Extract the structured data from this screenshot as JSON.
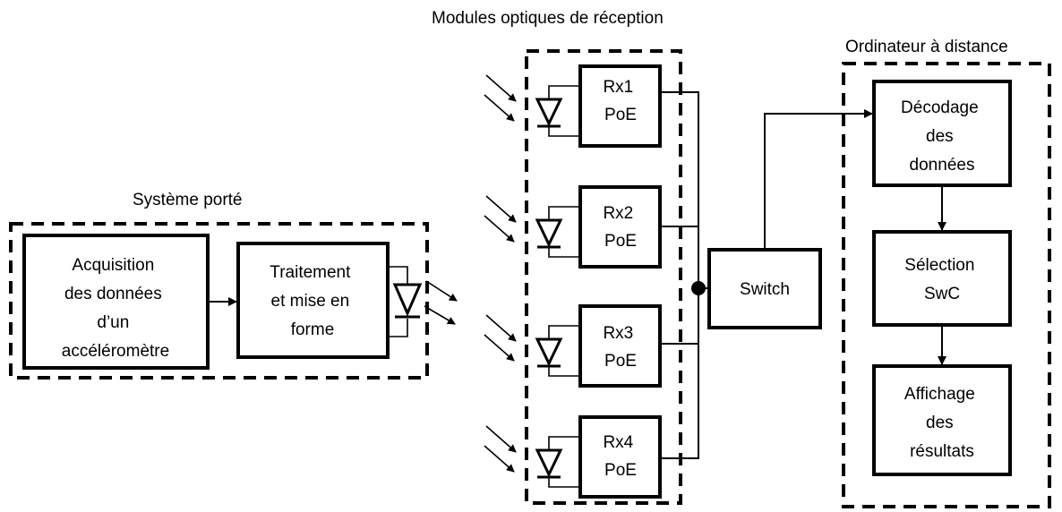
{
  "groups": {
    "worn_system": "Système porté",
    "receivers": "Modules optiques de réception",
    "remote_computer": "Ordinateur à distance"
  },
  "blocks": {
    "acquisition": [
      "Acquisition",
      "des données",
      "d’un",
      "accéléromètre"
    ],
    "processing": [
      "Traitement",
      "et mise en",
      "forme"
    ],
    "rx1": [
      "Rx1",
      "PoE"
    ],
    "rx2": [
      "Rx2",
      "PoE"
    ],
    "rx3": [
      "Rx3",
      "PoE"
    ],
    "rx4": [
      "Rx4",
      "PoE"
    ],
    "switch": [
      "Switch"
    ],
    "decoding": [
      "Décodage",
      "des",
      "données"
    ],
    "selection": [
      "Sélection",
      "SwC"
    ],
    "display": [
      "Affichage",
      "des",
      "résultats"
    ]
  },
  "icons": {
    "emitter": "led-emitter-icon",
    "receiver": "photodiode-receiver-icon"
  },
  "colors": {
    "ink": "#000000",
    "background": "#ffffff"
  }
}
